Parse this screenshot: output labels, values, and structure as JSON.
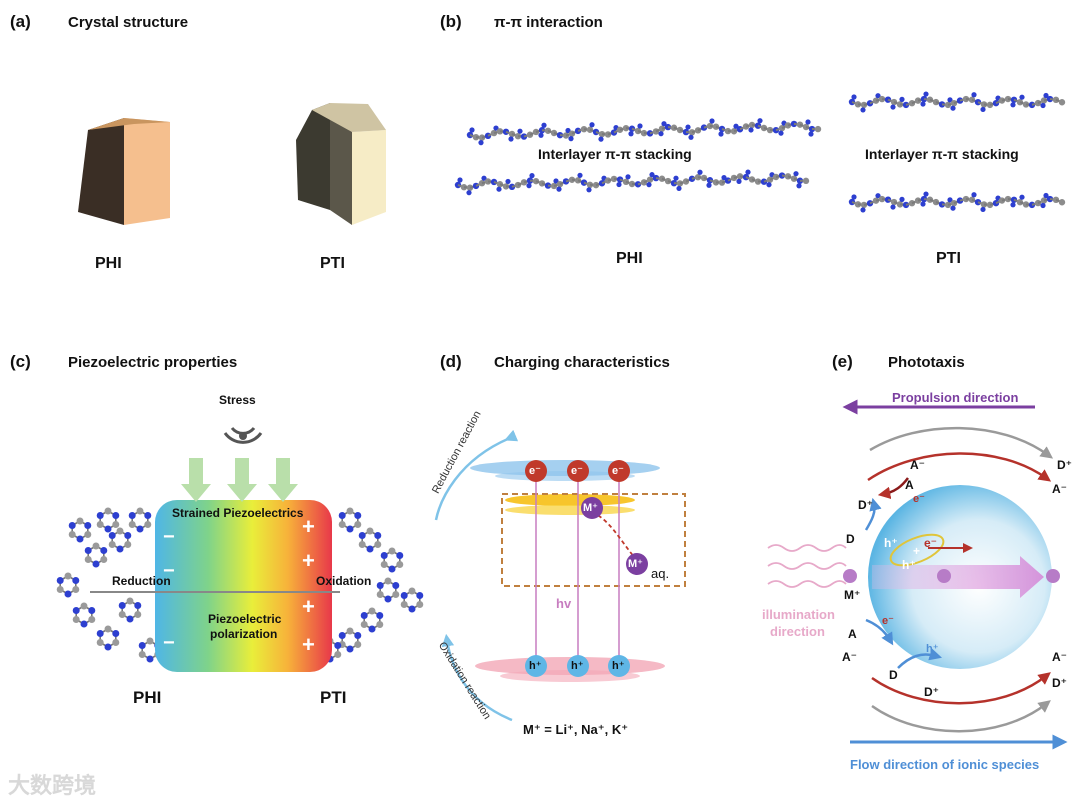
{
  "panels": {
    "a": {
      "letter": "(a)",
      "title": "Crystal structure",
      "labels": [
        "PHI",
        "PTI"
      ]
    },
    "b": {
      "letter": "(b)",
      "title": "π-π interaction",
      "stack_label_left": "Interlayer π-π stacking",
      "stack_label_right": "Interlayer π-π stacking",
      "labels": [
        "PHI",
        "PTI"
      ]
    },
    "c": {
      "letter": "(c)",
      "title": "Piezoelectric properties",
      "stress": "Stress",
      "strained": "Strained Piezoelectrics",
      "reduction": "Reduction",
      "oxidation": "Oxidation",
      "polarization_line1": "Piezoelectric",
      "polarization_line2": "polarization",
      "labels": [
        "PHI",
        "PTI"
      ],
      "minus": "−",
      "plus": "+"
    },
    "d": {
      "letter": "(d)",
      "title": "Charging characteristics",
      "reduction_reaction": "Reduction reaction",
      "oxidation_reaction": "Oxidation reaction",
      "electron": "e⁻",
      "hole": "h⁺",
      "metal_ion": "M⁺",
      "aq": "aq.",
      "hv": "hv",
      "formula": "M⁺ = Li⁺, Na⁺, K⁺"
    },
    "e": {
      "letter": "(e)",
      "title": "Phototaxis",
      "propulsion": "Propulsion direction",
      "flow": "Flow direction of ionic species",
      "illumination_line1": "illumination",
      "illumination_line2": "direction",
      "species": {
        "a_minus": "A⁻",
        "a": "A",
        "d_plus": "D⁺",
        "d": "D",
        "m_plus": "M⁺",
        "e_minus": "e⁻",
        "h_plus": "h⁺",
        "plus": "+"
      }
    }
  },
  "watermark": "大数跨境",
  "colors": {
    "purple": "#7b3fa0",
    "blue": "#4f8fd6",
    "red": "#c0392b",
    "pink": "#e7a9c9"
  }
}
